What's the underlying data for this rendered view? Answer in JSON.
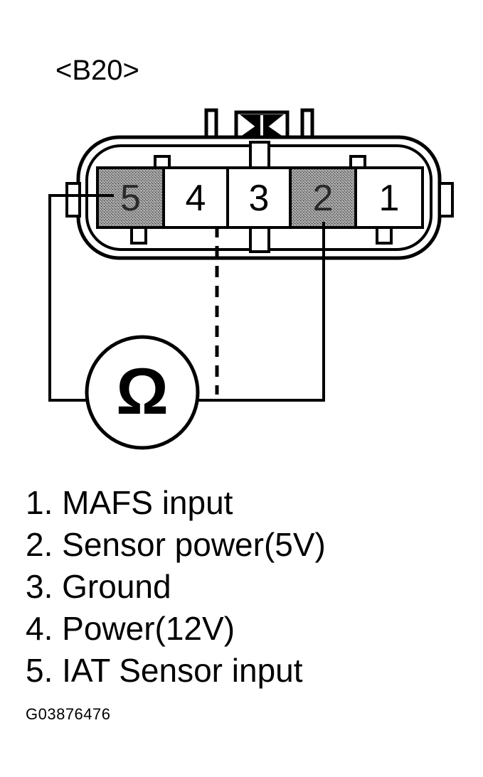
{
  "connector_id": "<B20>",
  "pins": [
    {
      "number": "5",
      "shaded": true
    },
    {
      "number": "4",
      "shaded": false
    },
    {
      "number": "3",
      "shaded": false
    },
    {
      "number": "2",
      "shaded": true
    },
    {
      "number": "1",
      "shaded": false
    }
  ],
  "meter_symbol": "Ω",
  "legend": [
    {
      "text": "1. MAFS input"
    },
    {
      "text": "2. Sensor power(5V)"
    },
    {
      "text": "3. Ground"
    },
    {
      "text": "4. Power(12V)"
    },
    {
      "text": "5. IAT Sensor input"
    }
  ],
  "figure_code": "G03876476",
  "colors": {
    "ink": "#000000",
    "shaded_pin_fill": "#8a8a8a",
    "background": "#ffffff"
  }
}
